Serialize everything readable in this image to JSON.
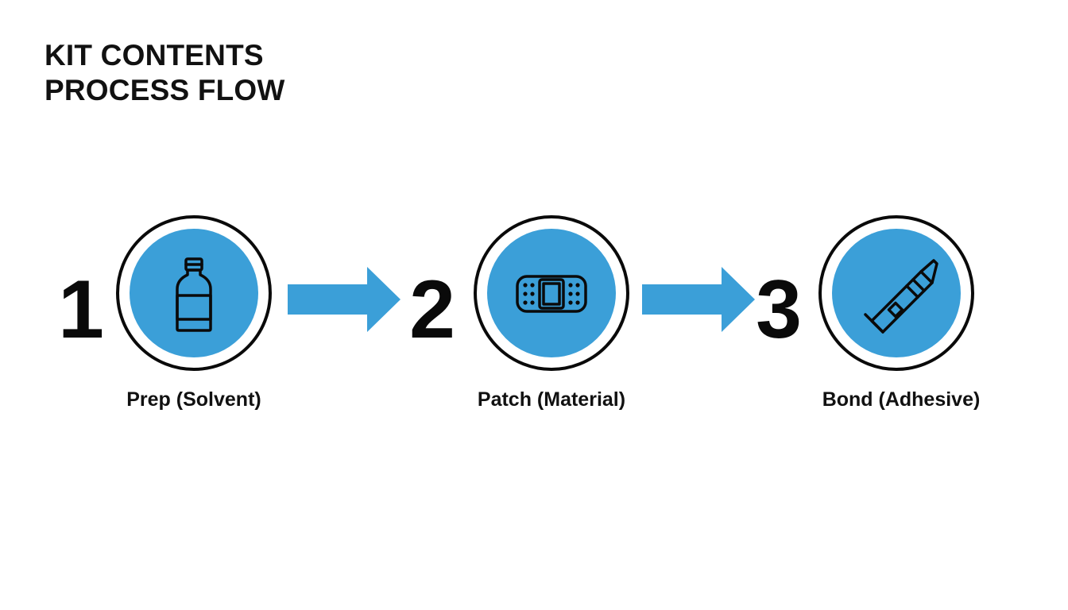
{
  "title": {
    "line1": "KIT CONTENTS",
    "line2": "PROCESS FLOW"
  },
  "colors": {
    "accent": "#3b9fd8",
    "ring": "#0a0a0a",
    "text": "#111111"
  },
  "steps": [
    {
      "number": "1",
      "label": "Prep (Solvent)",
      "icon": "bottle-icon"
    },
    {
      "number": "2",
      "label": "Patch (Material)",
      "icon": "patch-bandage-icon"
    },
    {
      "number": "3",
      "label": "Bond (Adhesive)",
      "icon": "glue-tube-icon"
    }
  ]
}
